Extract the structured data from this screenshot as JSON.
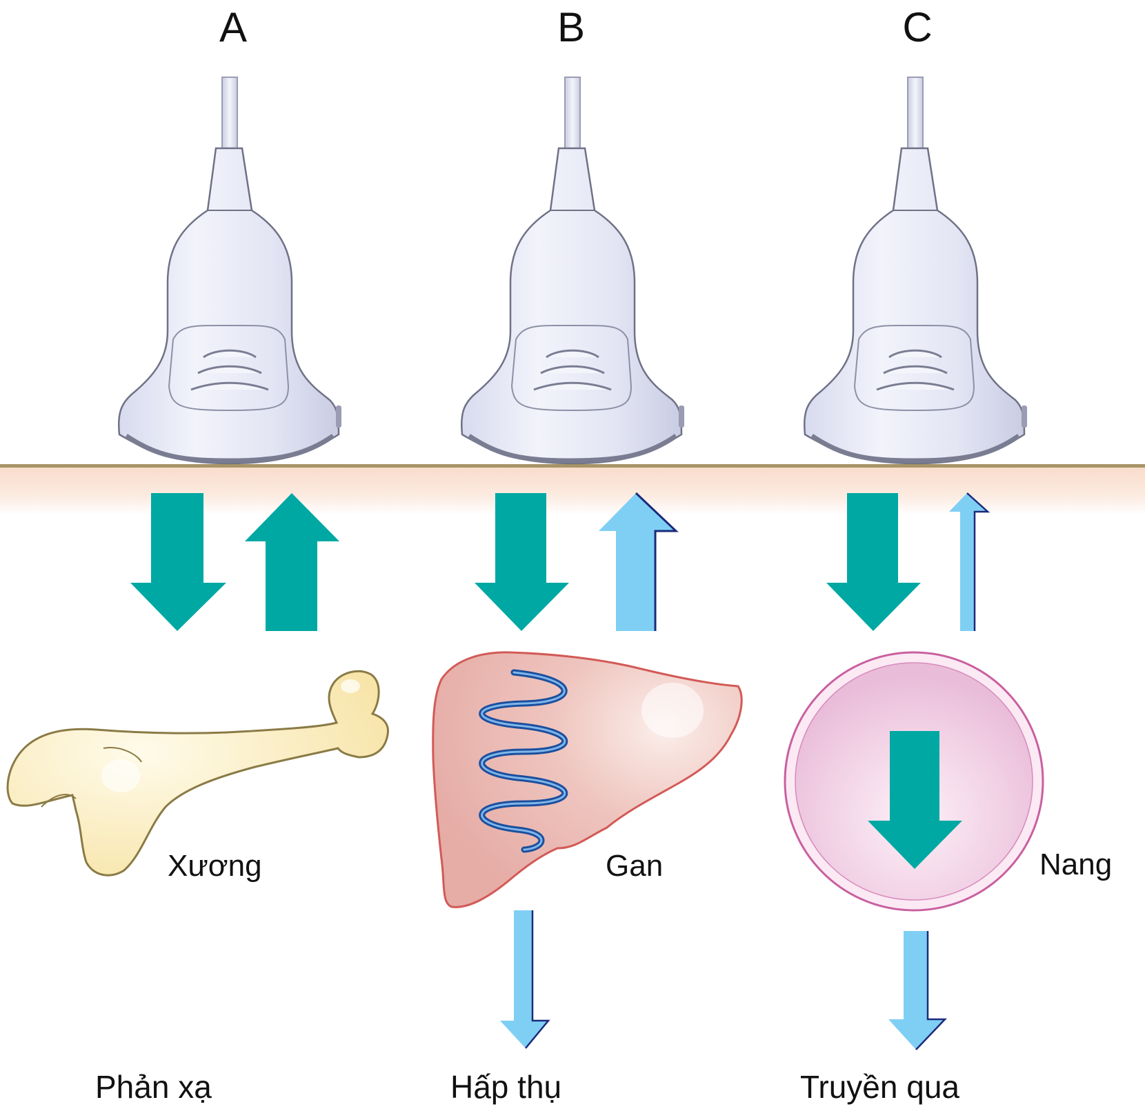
{
  "colors": {
    "strong_arrow": "#00a8a3",
    "weak_arrow": "#7fcff4",
    "weak_arrow_edge": "#1b2a7a",
    "skin_line": "#a89466",
    "skin_layer": "#fbe3d6",
    "probe_body": "#e6e8f6",
    "bone": "#fbedbd",
    "liver": "#eab7b2",
    "cyst": "#eec4df",
    "spring": "#2f6fc0"
  },
  "panels": [
    {
      "letter": "A",
      "probe_icon": "ultrasound-probe-icon",
      "tissue_icon": "bone-icon",
      "tissue_label": "Xương",
      "effect_label": "Phản xạ",
      "reflected_strength": "strong"
    },
    {
      "letter": "B",
      "probe_icon": "ultrasound-probe-icon",
      "tissue_icon": "liver-icon",
      "tissue_label": "Gan",
      "effect_label": "Hấp thụ",
      "reflected_strength": "medium"
    },
    {
      "letter": "C",
      "probe_icon": "ultrasound-probe-icon",
      "tissue_icon": "cyst-icon",
      "tissue_label": "Nang",
      "effect_label": "Truyền qua",
      "reflected_strength": "weak"
    }
  ]
}
